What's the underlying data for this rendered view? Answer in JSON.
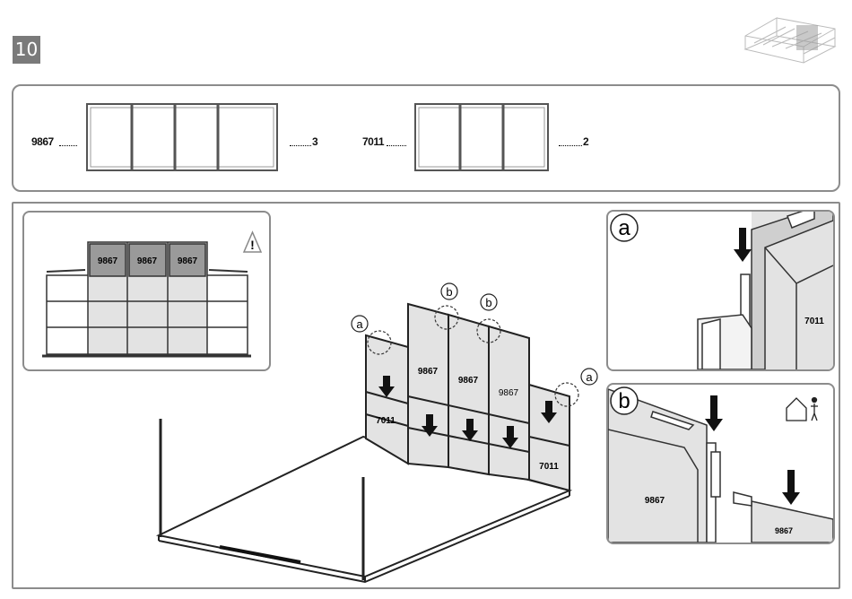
{
  "step": "10",
  "parts": [
    {
      "code": "9867",
      "qty": "3"
    },
    {
      "code": "7011",
      "qty": "2"
    }
  ],
  "overview": {
    "labels": [
      "9867",
      "9867",
      "9867"
    ],
    "warning_icon": "warning-triangle-icon"
  },
  "assembly": {
    "callouts": [
      "a",
      "b",
      "b",
      "a"
    ],
    "panel_labels": [
      "9867",
      "9867",
      "9867",
      "7011",
      "7011"
    ]
  },
  "detail_a": {
    "letter": "a",
    "label": "7011"
  },
  "detail_b": {
    "letter": "b",
    "labels": [
      "9867",
      "9867"
    ],
    "icon": "outdoor-person-icon"
  },
  "colors": {
    "frame": "#8c8c8c",
    "panel_fill": "#e3e3e3",
    "highlight": "#9a9a9a"
  }
}
